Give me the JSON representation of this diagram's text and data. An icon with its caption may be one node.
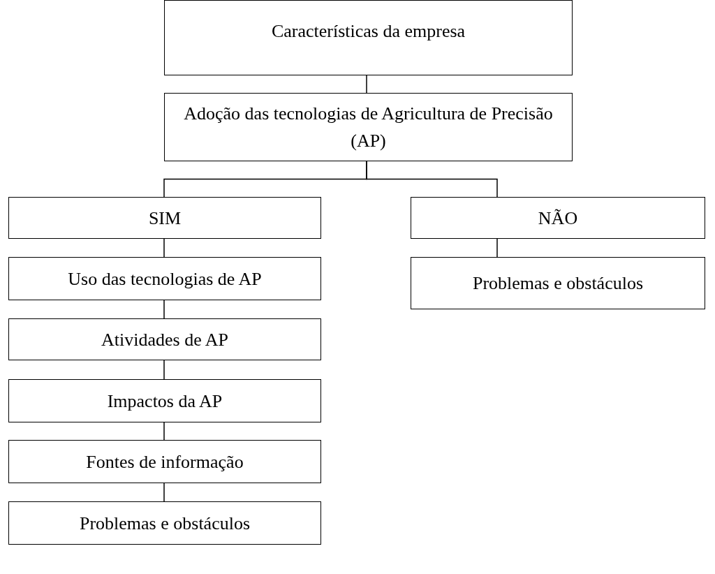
{
  "diagram": {
    "nodes": [
      {
        "text": [
          "Características da empresa"
        ]
      },
      {
        "text": [
          "Adoção das tecnologias de Agricultura de Precisão (AP)"
        ]
      },
      {
        "text": [
          "SIM"
        ]
      },
      {
        "text": [
          "NÃO"
        ]
      },
      {
        "text": [
          "Uso das tecnologias de AP"
        ]
      },
      {
        "text": [
          "Problemas e obstáculos"
        ]
      },
      {
        "text": [
          "Atividades de AP"
        ]
      },
      {
        "text": [
          "Impactos da AP"
        ]
      },
      {
        "text": [
          "Fontes de informação"
        ]
      },
      {
        "text": [
          "Problemas e obstáculos"
        ]
      }
    ],
    "edges": [
      {
        "from": 0,
        "to": 1,
        "arrow": "none"
      },
      {
        "from": 1,
        "to": 2,
        "arrow": "none"
      },
      {
        "from": 1,
        "to": 3,
        "arrow": "none"
      },
      {
        "from": 2,
        "to": 4,
        "arrow": "none"
      },
      {
        "from": 3,
        "to": 5,
        "arrow": "none"
      },
      {
        "from": 4,
        "to": 6,
        "arrow": "none"
      },
      {
        "from": 6,
        "to": 7,
        "arrow": "none"
      },
      {
        "from": 7,
        "to": 8,
        "arrow": "none"
      },
      {
        "from": 8,
        "to": 9,
        "arrow": "none"
      }
    ]
  }
}
